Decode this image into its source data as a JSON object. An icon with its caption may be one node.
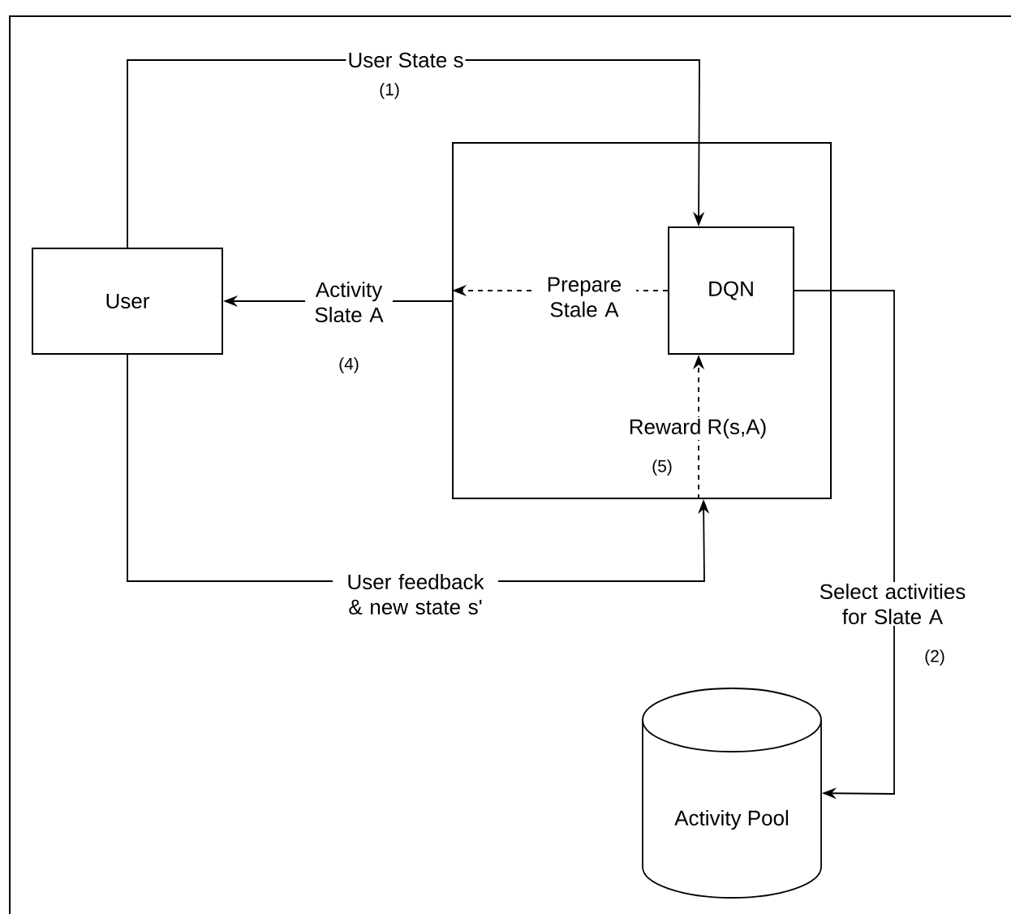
{
  "diagram": {
    "nodes": [
      {
        "text": [
          "User"
        ]
      },
      {
        "text": [],
        "shape": "box"
      },
      {
        "text": [
          "DQN"
        ],
        "in": 1
      },
      {
        "text": [
          "Activity Pool"
        ]
      }
    ],
    "edges": [
      {
        "from": 0,
        "to": 2,
        "arrow": "to",
        "label": "User State s"
      },
      {
        "from": 2,
        "to": 1,
        "arrow": "to",
        "label": "Prepare Stale A",
        "style": "dashed"
      },
      {
        "from": 1,
        "to": 0,
        "arrow": "to",
        "label": "Activity Slate A"
      },
      {
        "from": 0,
        "to": 1,
        "arrow": "to",
        "label": "User feedback & new state s'"
      },
      {
        "from": 1,
        "to": 2,
        "arrow": "to",
        "label": "Reward R(s,A)",
        "style": "dashed"
      },
      {
        "from": 2,
        "to": 3,
        "arrow": "to",
        "label": "Select activities for Slate A"
      }
    ],
    "labels": [
      "(1)",
      "(4)",
      "(5)",
      "(2)"
    ]
  }
}
